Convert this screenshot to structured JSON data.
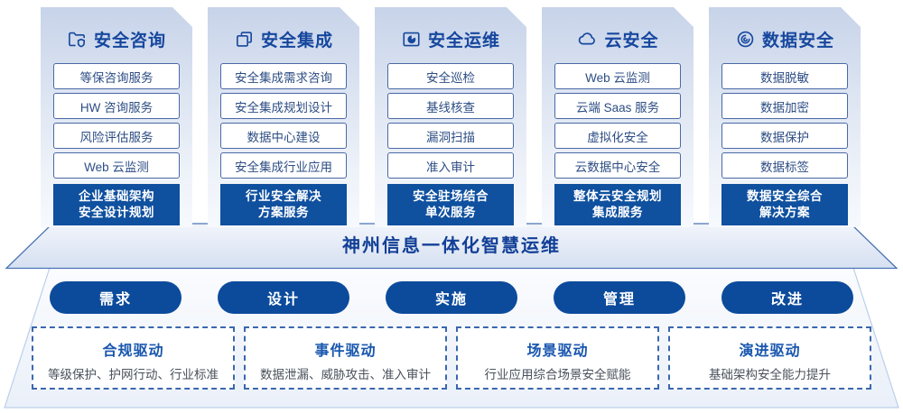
{
  "colors": {
    "primary_blue": "#16479e",
    "deep_blue": "#0f509f",
    "pill_blue": "#0c4b9c",
    "item_border_blue": "#4a69a5",
    "item_text_blue": "#2d4d84",
    "dashed_border_blue": "#3b67ae",
    "card_bg_top": "#c7d3e9",
    "platform_border": "#bccfe8"
  },
  "columns": [
    {
      "title": "安全咨询",
      "icon": "folder-shield-icon",
      "items": [
        "等保咨询服务",
        "HW 咨询服务",
        "风险评估服务",
        "Web 云监测"
      ],
      "footer": "企业基础架构\n安全设计规划"
    },
    {
      "title": "安全集成",
      "icon": "documents-copy-icon",
      "items": [
        "安全集成需求咨询",
        "安全集成规划设计",
        "数据中心建设",
        "安全集成行业应用"
      ],
      "footer": "行业安全解决\n方案服务"
    },
    {
      "title": "安全运维",
      "icon": "pie-chart-panel-icon",
      "items": [
        "安全巡检",
        "基线核查",
        "漏洞扫描",
        "准入审计"
      ],
      "footer": "安全驻场结合\n单次服务"
    },
    {
      "title": "云安全",
      "icon": "cloud-icon",
      "items": [
        "Web 云监测",
        "云端 Saas 服务",
        "虚拟化安全",
        "云数据中心安全"
      ],
      "footer": "整体云安全规划\n集成服务"
    },
    {
      "title": "数据安全",
      "icon": "fingerprint-icon",
      "items": [
        "数据脱敏",
        "数据加密",
        "数据保护",
        "数据标签"
      ],
      "footer": "数据安全综合\n解决方案"
    }
  ],
  "banner": {
    "title": "神州信息一体化智慧运维"
  },
  "process_pills": [
    "需求",
    "设计",
    "实施",
    "管理",
    "改进"
  ],
  "drivers": [
    {
      "title": "合规驱动",
      "desc": "等级保护、护网行动、行业标准"
    },
    {
      "title": "事件驱动",
      "desc": "数据泄漏、威胁攻击、准入审计"
    },
    {
      "title": "场景驱动",
      "desc": "行业应用综合场景安全赋能"
    },
    {
      "title": "演进驱动",
      "desc": "基础架构安全能力提升"
    }
  ]
}
